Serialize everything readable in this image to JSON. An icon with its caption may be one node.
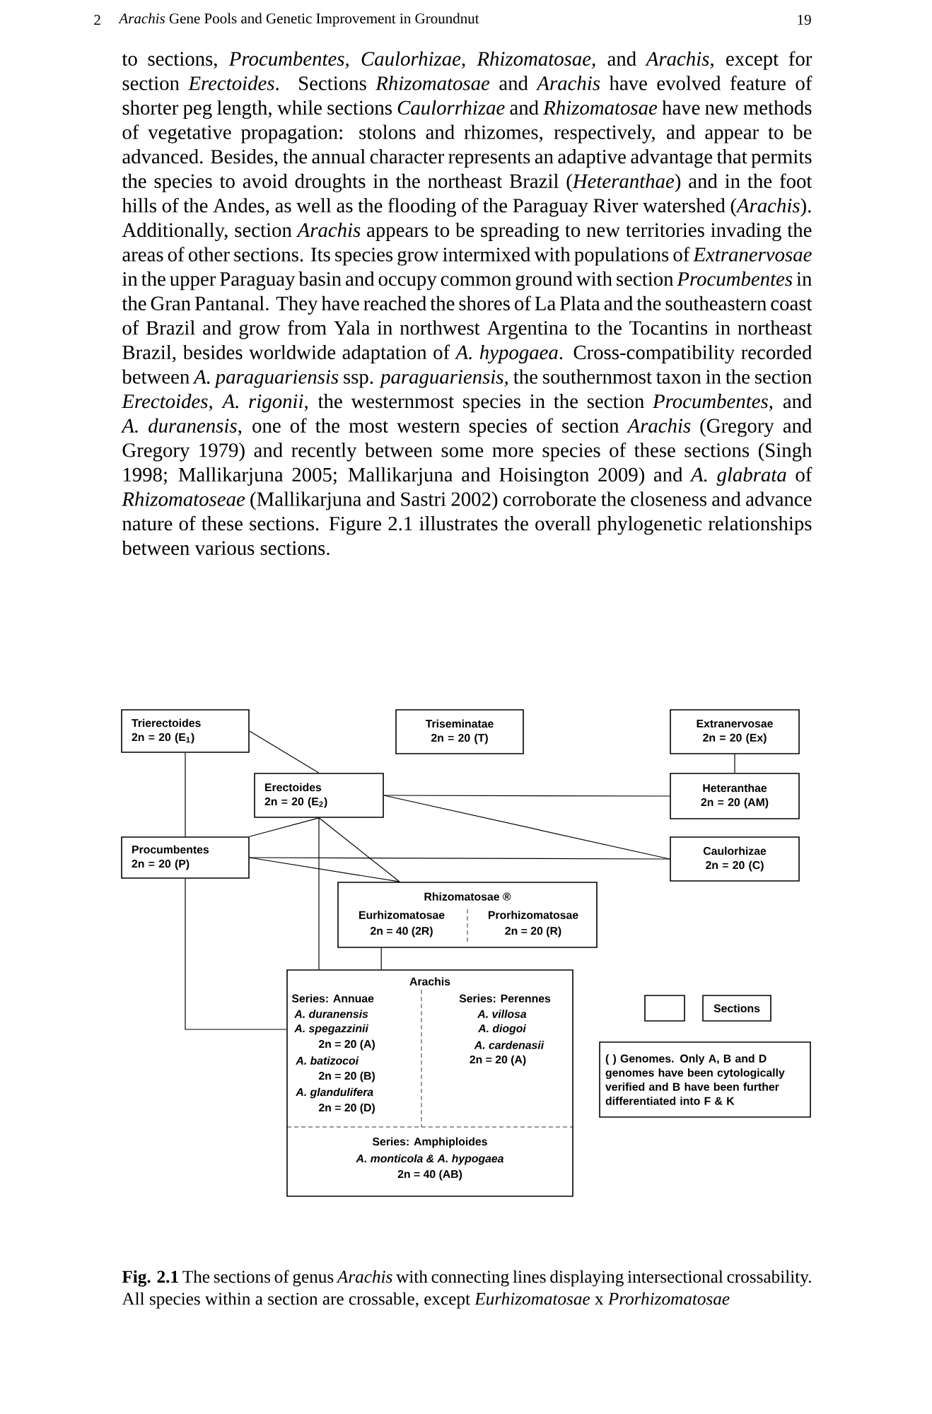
{
  "diagram": {
    "caption": "**Fig. 2.1** The sections of genus *Arachis* with connecting lines displaying intersectional crossability. All species within a section are crossable, except *Eurhizomatosae* x *Prorhizomatosae*",
    "nodes": [
      {
        "text": [
          "Trierectoides",
          "2n = 20 (E$_{1}$)"
        ]
      },
      {
        "text": [
          "Triseminatae",
          "2n = 20 (T)"
        ]
      },
      {
        "text": [
          "Extranervosae",
          "2n = 20 (Ex)"
        ]
      },
      {
        "text": [
          "Erectoides",
          "2n = 20 (E$_{2}$)"
        ]
      },
      {
        "text": [
          "Heteranthae",
          "2n = 20 (AM)"
        ]
      },
      {
        "text": [
          "Procumbentes",
          "2n = 20 (P)"
        ]
      },
      {
        "text": [
          "Caulorhizae",
          "2n = 20 (C)"
        ]
      },
      {
        "text": [
          "Rhizomatosae ®",
          "Eurhizomatosae",
          "2n = 40 (2R)",
          "Prorhizomatosae",
          "2n = 20 (R)"
        ]
      },
      {
        "text": [
          "Arachis",
          "Series: Annuae",
          "A. duranensis",
          "A. spegazzinii",
          "2n = 20 (A)",
          "A. batizocoi",
          "2n = 20 (B)",
          "A. glandulifera",
          "2n = 20 (D)",
          "Series: Perennes",
          "A. villosa",
          "A. diogoi",
          "A. cardenasii",
          "2n = 20 (A)",
          "Series: Amphiploides",
          "*A. monticola* & *A. hypogaea*",
          "2n = 40 (AB)"
        ]
      },
      {
        "text": [
          "( )   Genomes. Only A, B and D genomes have been cytologically verified and B have been further differentiated into F & K"
        ]
      }
    ],
    "edges": [
      {
        "from": 0,
        "to": 3,
        "arrow": "none"
      },
      {
        "from": 0,
        "to": 5,
        "arrow": "none"
      },
      {
        "from": 3,
        "to": 4,
        "arrow": "none"
      },
      {
        "from": 3,
        "to": 6,
        "arrow": "none"
      },
      {
        "from": 2,
        "to": 4,
        "arrow": "none"
      },
      {
        "from": 5,
        "to": 3,
        "arrow": "none"
      },
      {
        "from": 5,
        "to": 6,
        "arrow": "none"
      },
      {
        "from": 5,
        "to": 7,
        "arrow": "none"
      },
      {
        "from": 3,
        "to": 7,
        "arrow": "none"
      },
      {
        "from": 3,
        "to": 8,
        "arrow": "none"
      },
      {
        "from": 7,
        "to": 8,
        "arrow": "none"
      },
      {
        "from": 5,
        "to": 8,
        "arrow": "none"
      }
    ],
    "labels": [
      "2",
      "*Arachis* Gene Pools and Genetic Improvement in Groundnut",
      "19",
      "to sections, *Procumbentes, Caulorhizae, Rhizomatosae,* and *Arachis,* except for section *Erectoides*. Sections *Rhizomatosae* and *Arachis* have evolved feature of shorter peg length, while sections *Caulorrhizae* and *Rhizomatosae* have new methods of vegetative propagation: stolons and rhizomes, respectively, and appear to be advanced. Besides, the annual character represents an adaptive advantage that permits the species to avoid droughts in the northeast Brazil (*Heteranthae*) and in the foot hills of the Andes, as well as the flooding of the Paraguay River watershed (*Arachis*). Additionally, section *Arachis* appears to be spreading to new territories invading the areas of other sections. Its species grow intermixed with populations of *Extranervosae* in the upper Paraguay basin and occupy common ground with section *Procumbentes* in the Gran Pantanal. They have reached the shores of La Plata and the southeastern coast of Brazil and grow from Yala in northwest Argentina to the Tocantins in northeast Brazil, besides worldwide adaptation of *A. hypogaea*. Cross-compatibility recorded between *A. paraguariensis* ssp. *paraguariensis,* the southernmost taxon in the section *Erectoides, A. rigonii,* the westernmost species in the section *Procumbentes,* and *A. duranensis*, one of the most western species of section *Arachis* (Gregory and Gregory 1979) and recently between some more species of these sections (Singh 1998; Mallikarjuna 2005; Mallikarjuna and Hoisington 2009) and *A. glabrata* of *Rhizomatoseae* (Mallikarjuna and Sastri 2002) corroborate the closeness and advance nature of these sections. Figure 2.1 illustrates the overall phylogenetic relationships between various sections."
    ],
    "legend": [
      {
        "text": "Sections"
      }
    ]
  }
}
